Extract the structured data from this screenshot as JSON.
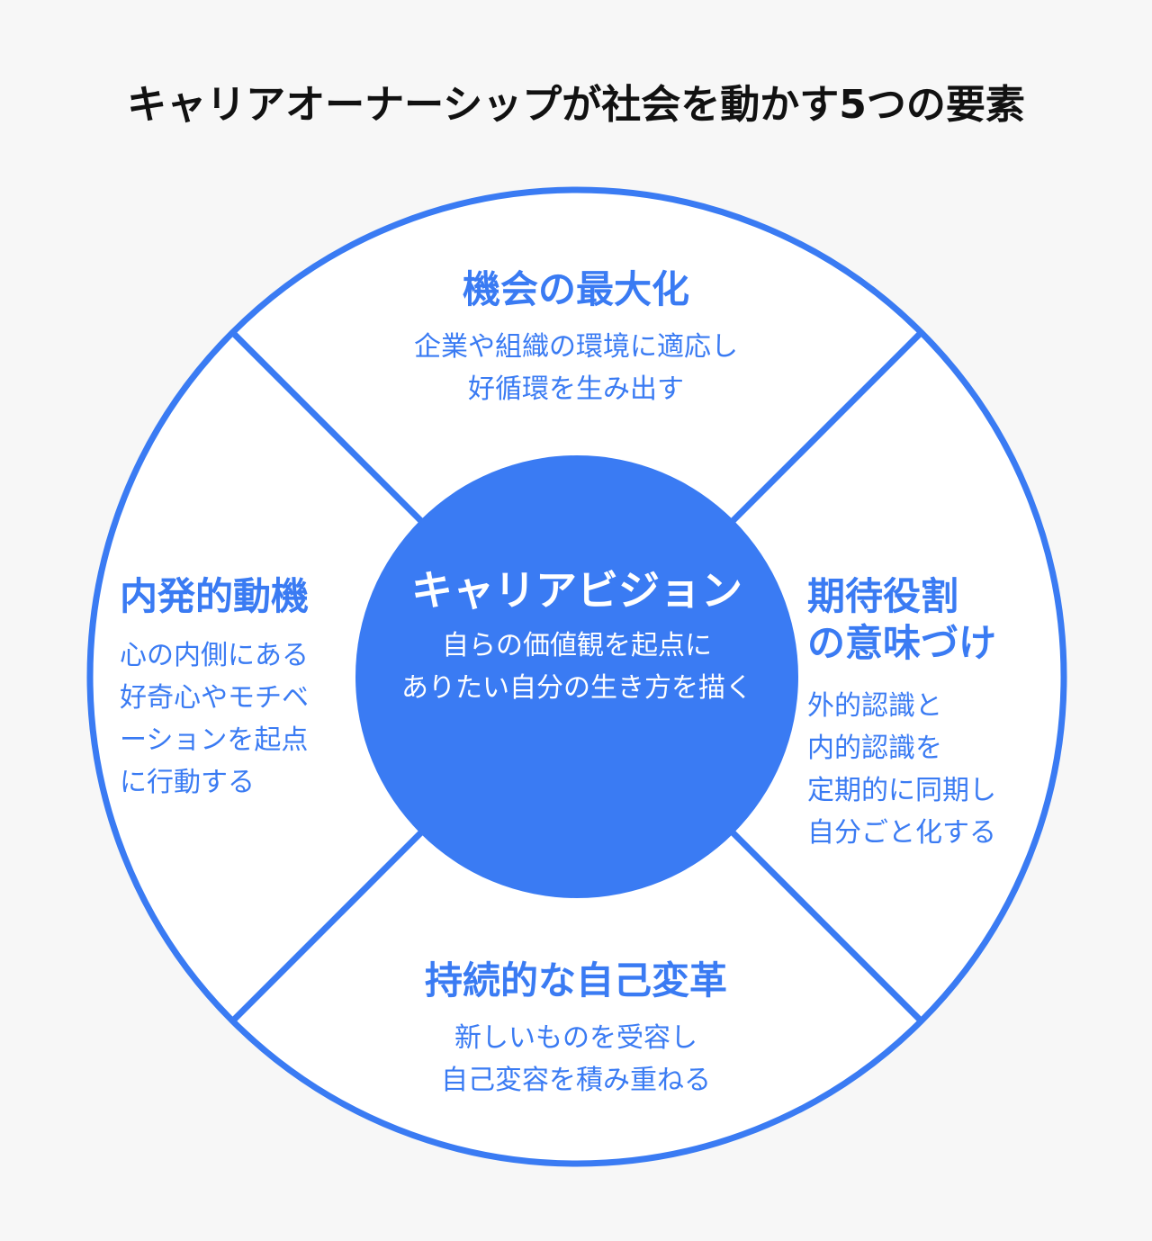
{
  "title": "キャリアオーナーシップが社会を動かす5つの要素",
  "colors": {
    "accent": "#3a7bf3",
    "background": "#f7f7f7",
    "segment": "#ffffff"
  },
  "center": {
    "heading": "キャリアビジョン",
    "lines": [
      "自らの価値観を起点に",
      "ありたい自分の生き方を描く"
    ]
  },
  "top": {
    "heading": "機会の最大化",
    "lines": [
      "企業や組織の環境に適応し",
      "好循環を生み出す"
    ]
  },
  "left": {
    "heading": "内発的動機",
    "lines": [
      "心の内側にある",
      "好奇心やモチベ",
      "ーションを起点",
      "に行動する"
    ]
  },
  "right": {
    "heading": [
      "期待役割",
      "の意味づけ"
    ],
    "lines": [
      "外的認識と",
      "内的認識を",
      "定期的に同期し",
      "自分ごと化する"
    ]
  },
  "bottom": {
    "heading": "持続的な自己変革",
    "lines": [
      "新しいものを受容し",
      "自己変容を積み重ねる"
    ]
  }
}
